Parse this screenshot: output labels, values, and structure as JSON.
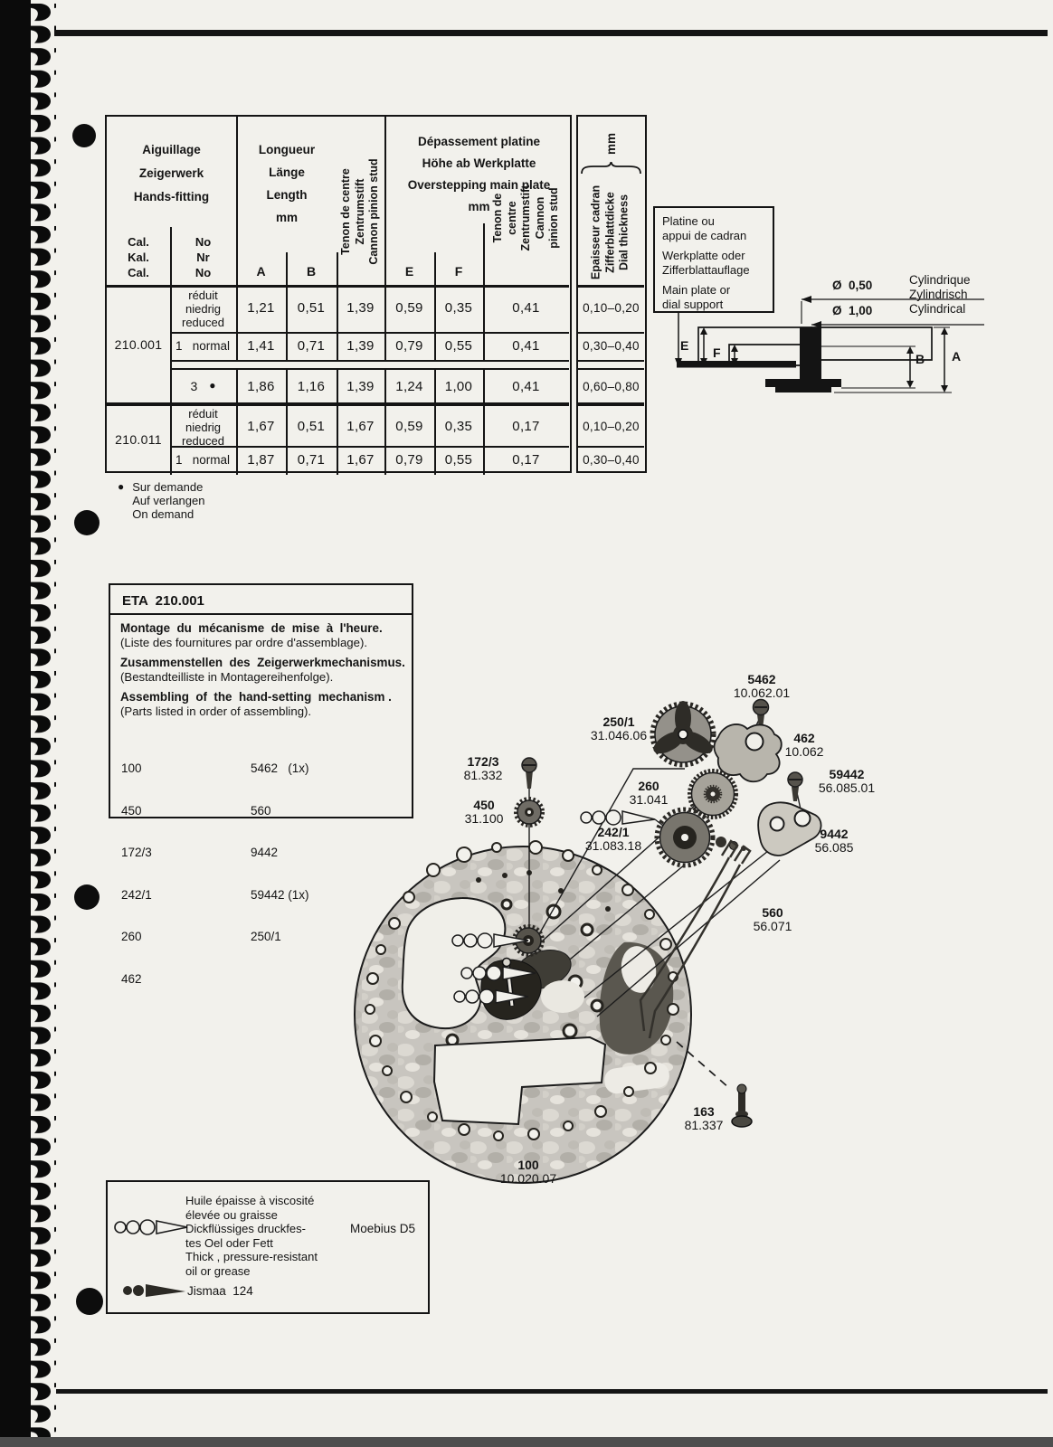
{
  "spec_table": {
    "group1": {
      "title": "Aiguillage\nZeigerwerk\nHands-fitting",
      "cal_label": "Cal.\nKal.\nCal.",
      "no_label": "No\nNr\nNo"
    },
    "group2": {
      "title": "Longueur\nLänge\nLength\nmm",
      "col_a": "A",
      "col_b": "B",
      "tenon": "Tenon de centre\nZentrumstift\nCannon pinion stud"
    },
    "group3": {
      "title": "Dépassement platine\nHöhe ab Werkplatte\nOverstepping main plate\nmm",
      "col_e": "E",
      "col_f": "F",
      "tenon": "Tenon de\ncentre\nZentrumstift\nCannon\npinion stud"
    },
    "dial_col": {
      "unit": "mm",
      "label": "Epaisseur cadran\nZifferblattdicke\nDial thickness"
    },
    "groups": [
      {
        "cal": "210.001"
      },
      {
        "cal": "210.011"
      }
    ],
    "rows": [
      {
        "no": "réduit\nniedrig\nreduced",
        "a": "1,21",
        "b": "0,51",
        "t1": "1,39",
        "e": "0,59",
        "f": "0,35",
        "t2": "0,41",
        "dial": "0,10–0,20"
      },
      {
        "no": "1   normal",
        "a": "1,41",
        "b": "0,71",
        "t1": "1,39",
        "e": "0,79",
        "f": "0,55",
        "t2": "0,41",
        "dial": "0,30–0,40"
      },
      {
        "no": "3",
        "bullet": "●",
        "a": "1,86",
        "b": "1,16",
        "t1": "1,39",
        "e": "1,24",
        "f": "1,00",
        "t2": "0,41",
        "dial": "0,60–0,80"
      },
      {
        "no": "réduit\nniedrig\nreduced",
        "a": "1,67",
        "b": "0,51",
        "t1": "1,67",
        "e": "0,59",
        "f": "0,35",
        "t2": "0,17",
        "dial": "0,10–0,20"
      },
      {
        "no": "1   normal",
        "a": "1,87",
        "b": "0,71",
        "t1": "1,67",
        "e": "0,79",
        "f": "0,55",
        "t2": "0,17",
        "dial": "0,30–0,40"
      }
    ]
  },
  "footnote": {
    "marker": "●",
    "text": "Sur demande\nAuf verlangen\nOn demand"
  },
  "plate_note": {
    "p1": "Platine ou\nappui de cadran",
    "p2": "Werkplatte oder\nZifferblattauflage",
    "p3": "Main plate or\ndial support"
  },
  "cross_section": {
    "dia_small": "Ø  0,50",
    "dia_big": "Ø  1,00",
    "cyl": "Cylindrique\nZylindrisch\nCylindrical",
    "dim_e": "E",
    "dim_f": "F",
    "dim_b": "B",
    "dim_a": "A"
  },
  "eta_box": {
    "title": "ETA  210.001",
    "fr_head": "Montage  du  mécanisme  de  mise  à  l'heure.",
    "fr_sub": "(Liste des fournitures par ordre d'assemblage).",
    "de_head": "Zusammenstellen  des  Zeigerwerkmechanismus.",
    "de_sub": "(Bestandteilliste in Montagereihenfolge).",
    "en_head": "Assembling  of  the  hand-setting  mechanism .",
    "en_sub": "(Parts listed in order of assembling).",
    "col1": [
      "100",
      "450",
      "172/3",
      "242/1",
      "260",
      "462"
    ],
    "col2": [
      "5462   (1x)",
      "560",
      "9442",
      "59442 (1x)",
      "250/1"
    ]
  },
  "diagram": {
    "parts": [
      {
        "no": "5462",
        "ref": "10.062.01"
      },
      {
        "no": "250/1",
        "ref": "31.046.06"
      },
      {
        "no": "462",
        "ref": "10.062"
      },
      {
        "no": "172/3",
        "ref": "81.332"
      },
      {
        "no": "260",
        "ref": "31.041"
      },
      {
        "no": "59442",
        "ref": "56.085.01"
      },
      {
        "no": "450",
        "ref": "31.100"
      },
      {
        "no": "242/1",
        "ref": "31.083.18"
      },
      {
        "no": "9442",
        "ref": "56.085"
      },
      {
        "no": "560",
        "ref": "56.071"
      },
      {
        "no": "163",
        "ref": "81.337"
      },
      {
        "no": "100",
        "ref": "10.020.07"
      }
    ]
  },
  "legend": {
    "oil_text": "Huile épaisse à viscosité\nélevée ou graisse\nDickflüssiges druckfes-\ntes Oel oder Fett\nThick , pressure-resistant\noil or grease",
    "oil_brand": "Moebius D5",
    "grease_brand": "Jismaa  124"
  },
  "colors": {
    "ink": "#141414",
    "paper": "#f2f1ec",
    "binding": "#0b0b0b"
  }
}
